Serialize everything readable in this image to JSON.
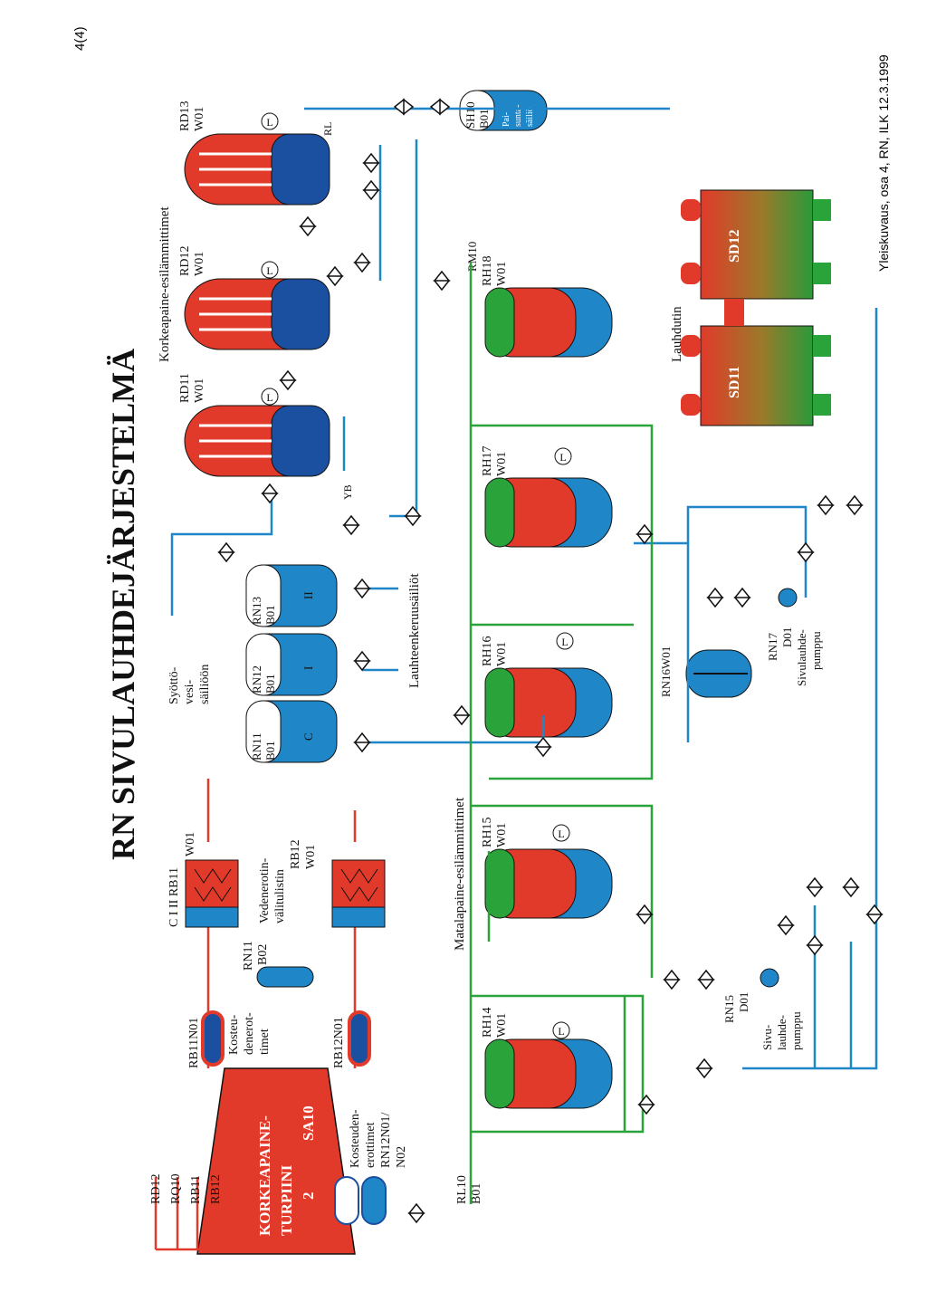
{
  "page_number": "4(4)",
  "title": "RN SIVULAUHDEJÄRJESTELMÄ",
  "footer": "Yleiskuvaus, osa 4, RN, ILK 12.3.1999",
  "labels": {
    "hp_heaters_group": "Korkeapaine-esilämmittimet",
    "lp_heaters_group": "Matalapaine-esilämmittimet",
    "condensate_tanks": "Lauhteenkeruusäiliöt",
    "condenser": "Lauhdutin",
    "feedwater_tank_1": "Syöttö-",
    "feedwater_tank_2": "vesi-",
    "feedwater_tank_3": "säiliöön",
    "turbine_1": "KORKEAPAINE-",
    "turbine_2": "TURPIINI",
    "turbine_3": "SA10",
    "turbine_stage": "2",
    "moisture_sep_1": "Kosteu-",
    "moisture_sep_2": "denerot-",
    "moisture_sep_3": "timet",
    "moisture_sep2_1": "Kosteuden-",
    "moisture_sep2_2": "erottimet",
    "moisture_sep2_3": "RN12N01/",
    "moisture_sep2_4": "N02",
    "water_sep_1": "Vedenerotin-",
    "water_sep_2": "välitulistin",
    "water_sep_3": "RB12",
    "water_sep_4": "W01",
    "pump_1": "Sivulauhde-",
    "pump_2": "pumppu",
    "pump2_1": "Sivu-",
    "pump2_2": "lauhde-",
    "pump2_3": "pumppu",
    "pressure_tank_1": "Pai-",
    "pressure_tank_2": "sunta-",
    "pressure_tank_3": "säiliö",
    "yb": "YB",
    "rl": "RL",
    "rm10": "RM10",
    "rl10": "RL10",
    "rl10b": "B01",
    "rb11_header": "C   I   II RB11",
    "rb11_w01": "W01",
    "rb11n01": "RB11N01",
    "rb12n01": "RB12N01",
    "rn11_b02_1": "RN11",
    "rn11_b02_2": "B02"
  },
  "steam_lines": [
    "RD12",
    "RQ10",
    "RB11",
    "RB12"
  ],
  "hp_heaters": [
    {
      "id": "RD11",
      "sub": "W01"
    },
    {
      "id": "RD12",
      "sub": "W01"
    },
    {
      "id": "RD13",
      "sub": "W01"
    }
  ],
  "lp_heaters": [
    {
      "id": "RH14",
      "sub": "W01"
    },
    {
      "id": "RH15",
      "sub": "W01"
    },
    {
      "id": "RH16",
      "sub": "W01"
    },
    {
      "id": "RH17",
      "sub": "W01"
    },
    {
      "id": "RH18",
      "sub": "W01"
    }
  ],
  "tanks": [
    {
      "id": "RN11",
      "sub": "B01",
      "mark": "C"
    },
    {
      "id": "RN12",
      "sub": "B01",
      "mark": "I"
    },
    {
      "id": "RN13",
      "sub": "B01",
      "mark": "II"
    }
  ],
  "other_tags": {
    "rn16": "RN16W01",
    "sh10": "SH10",
    "sh10b": "B01",
    "sd11": "SD11",
    "sd12": "SD12",
    "rn15": "RN15",
    "rn15d": "D01",
    "rn17": "RN17",
    "rn17d": "D01",
    "level": "L"
  },
  "colors": {
    "steam": "#e23a2a",
    "water": "#1f86c8",
    "condensate": "#2aa43a",
    "shell": "#1b4fa0"
  }
}
